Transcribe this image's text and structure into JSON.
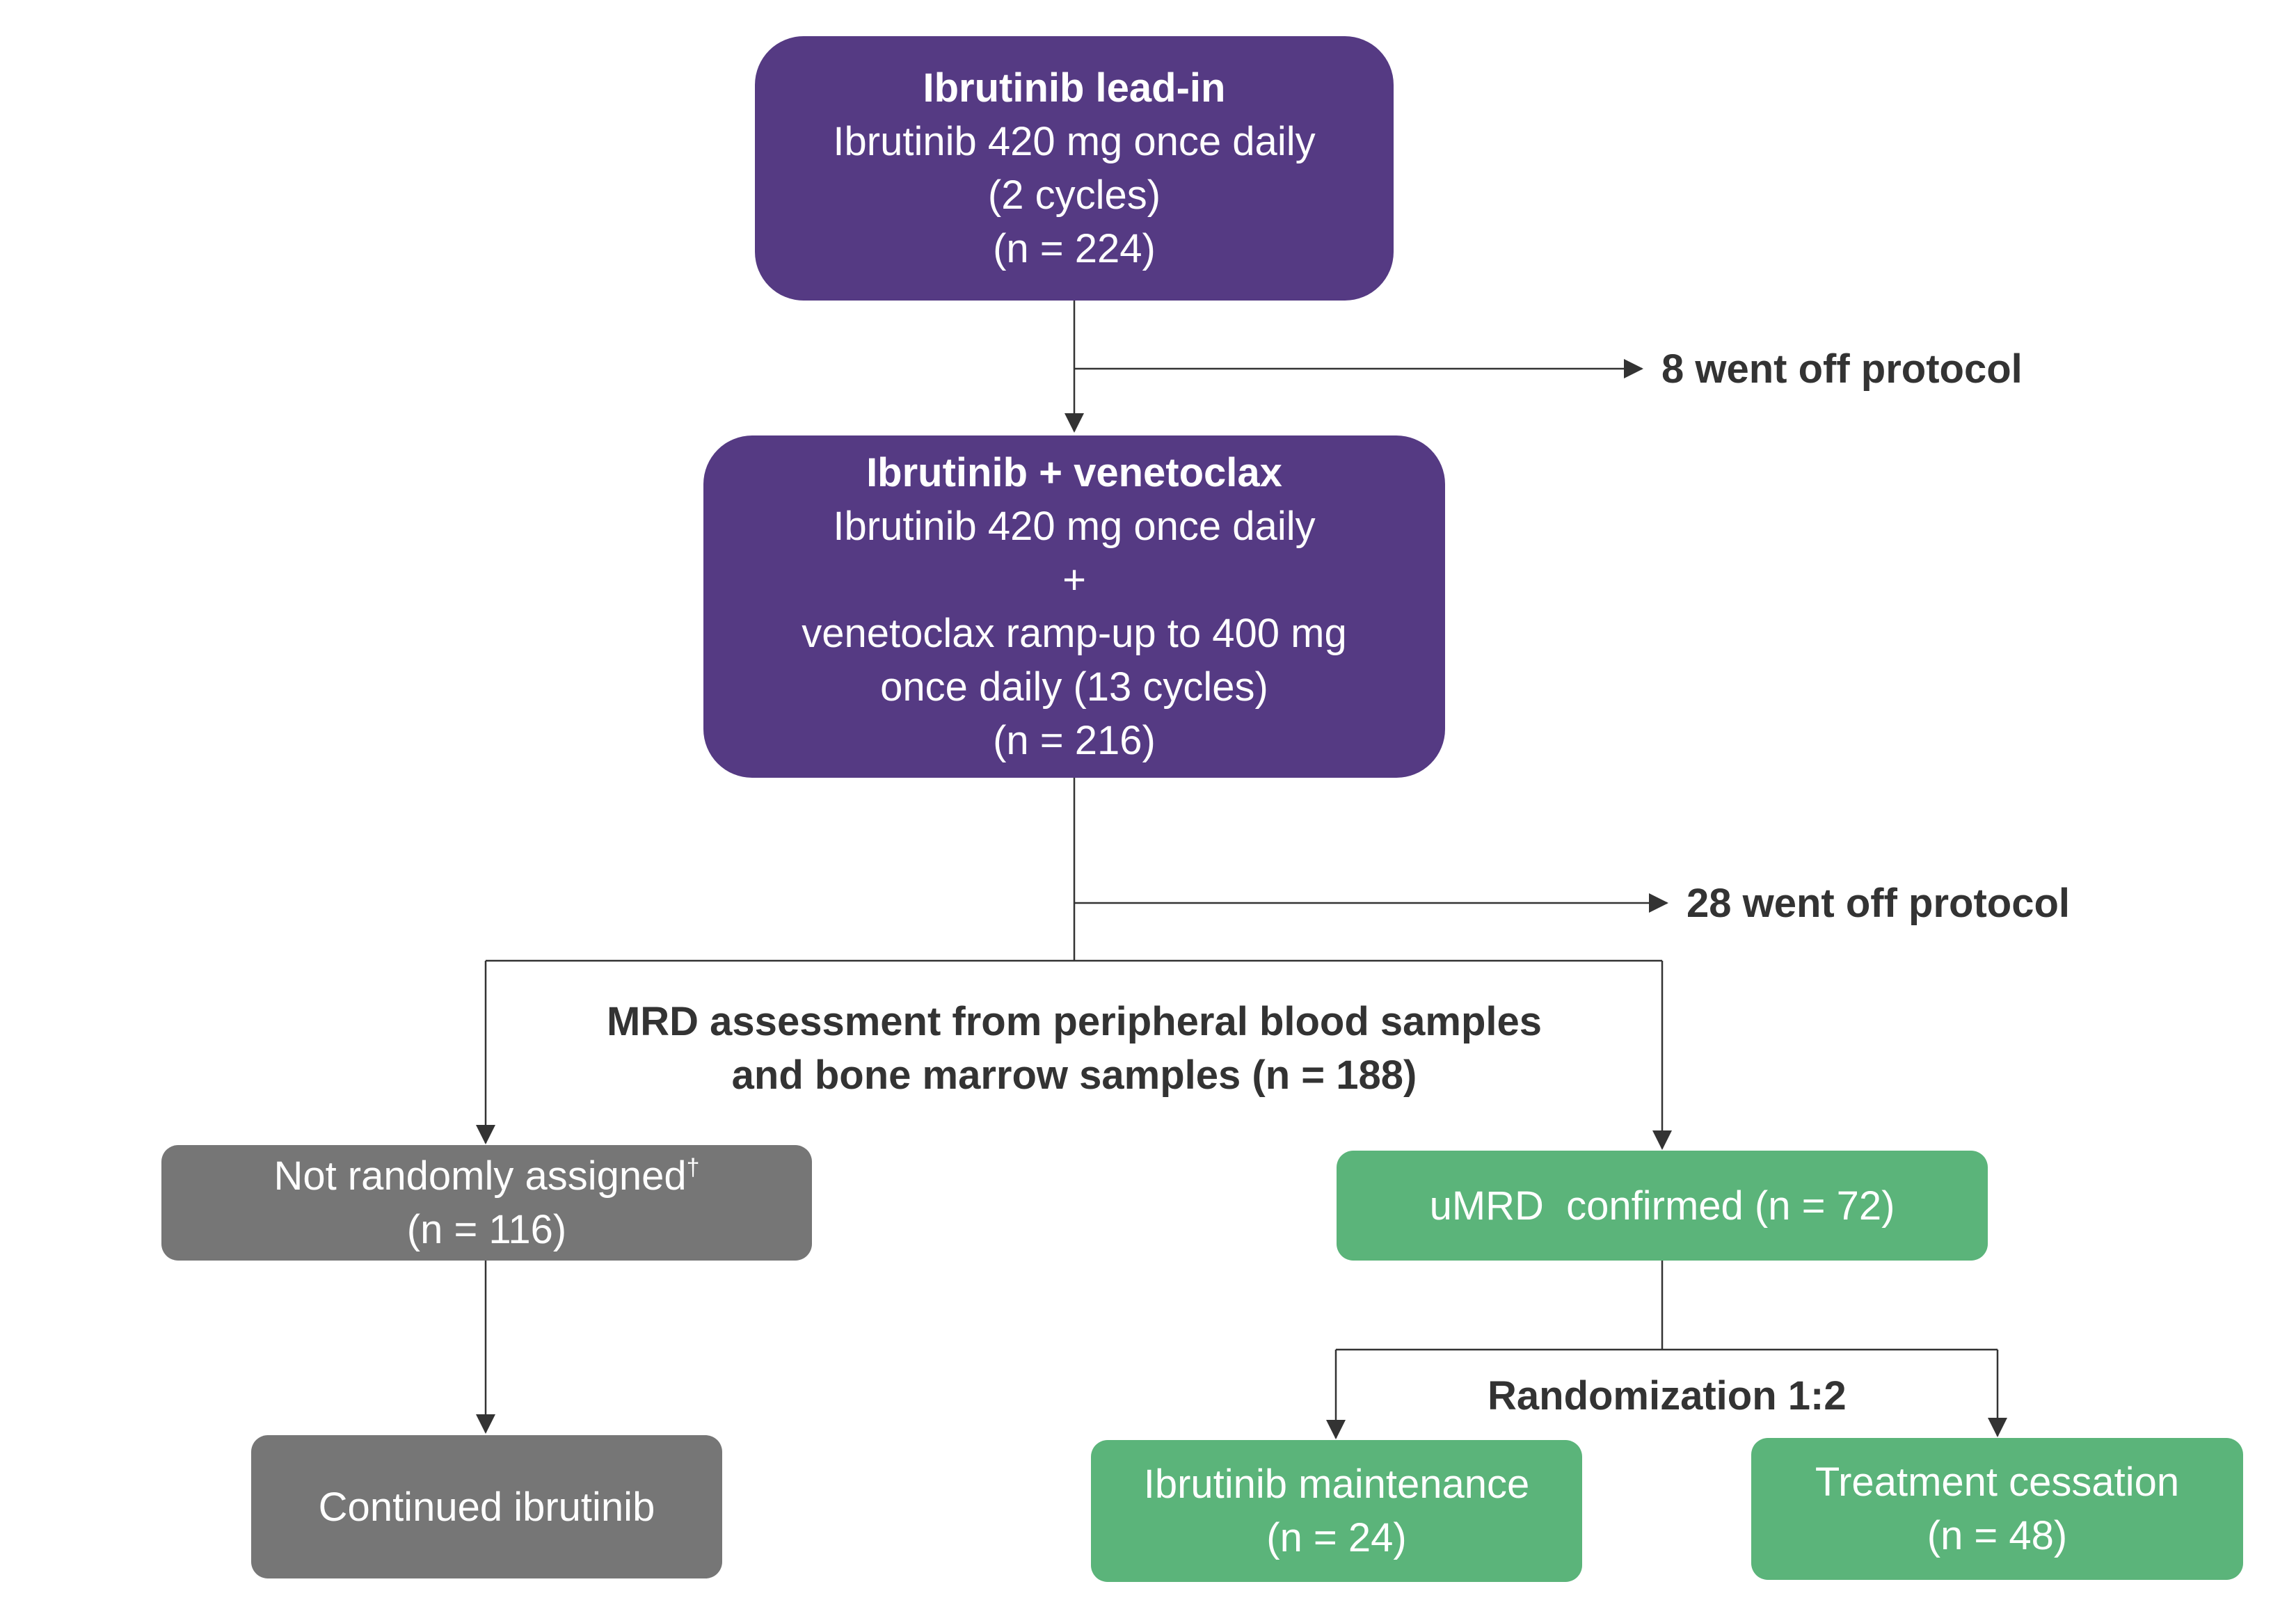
{
  "boxes": {
    "lead_in": {
      "title": "Ibrutinib lead-in",
      "lines": [
        "Ibrutinib 420 mg once daily",
        "(2 cycles)",
        "(n = 224)"
      ]
    },
    "combo": {
      "title": "Ibrutinib + venetoclax",
      "lines": [
        "Ibrutinib 420 mg once daily",
        "+",
        "venetoclax ramp-up to 400 mg",
        "once daily (13 cycles)",
        "(n = 216)"
      ]
    },
    "not_randomized": {
      "text": "Not randomly assigned",
      "sup": "†",
      "n": "(n = 116)"
    },
    "umrd": {
      "text": "uMRD  confirmed (n = 72)"
    },
    "continued": {
      "text": "Continued ibrutinib"
    },
    "maintenance": {
      "text": "Ibrutinib maintenance",
      "n": "(n = 24)"
    },
    "cessation": {
      "text": "Treatment cessation",
      "n": "(n = 48)"
    }
  },
  "labels": {
    "off_protocol_1": "8 went off protocol",
    "off_protocol_2": "28 went off protocol",
    "mrd_line1": "MRD assessment from peripheral blood samples",
    "mrd_line2": "and bone marrow samples (n = 188)",
    "randomization": "Randomization 1:2"
  },
  "colors": {
    "purple": "#553a83",
    "grey": "#767676",
    "green": "#5bb47a",
    "line": "#333333"
  }
}
